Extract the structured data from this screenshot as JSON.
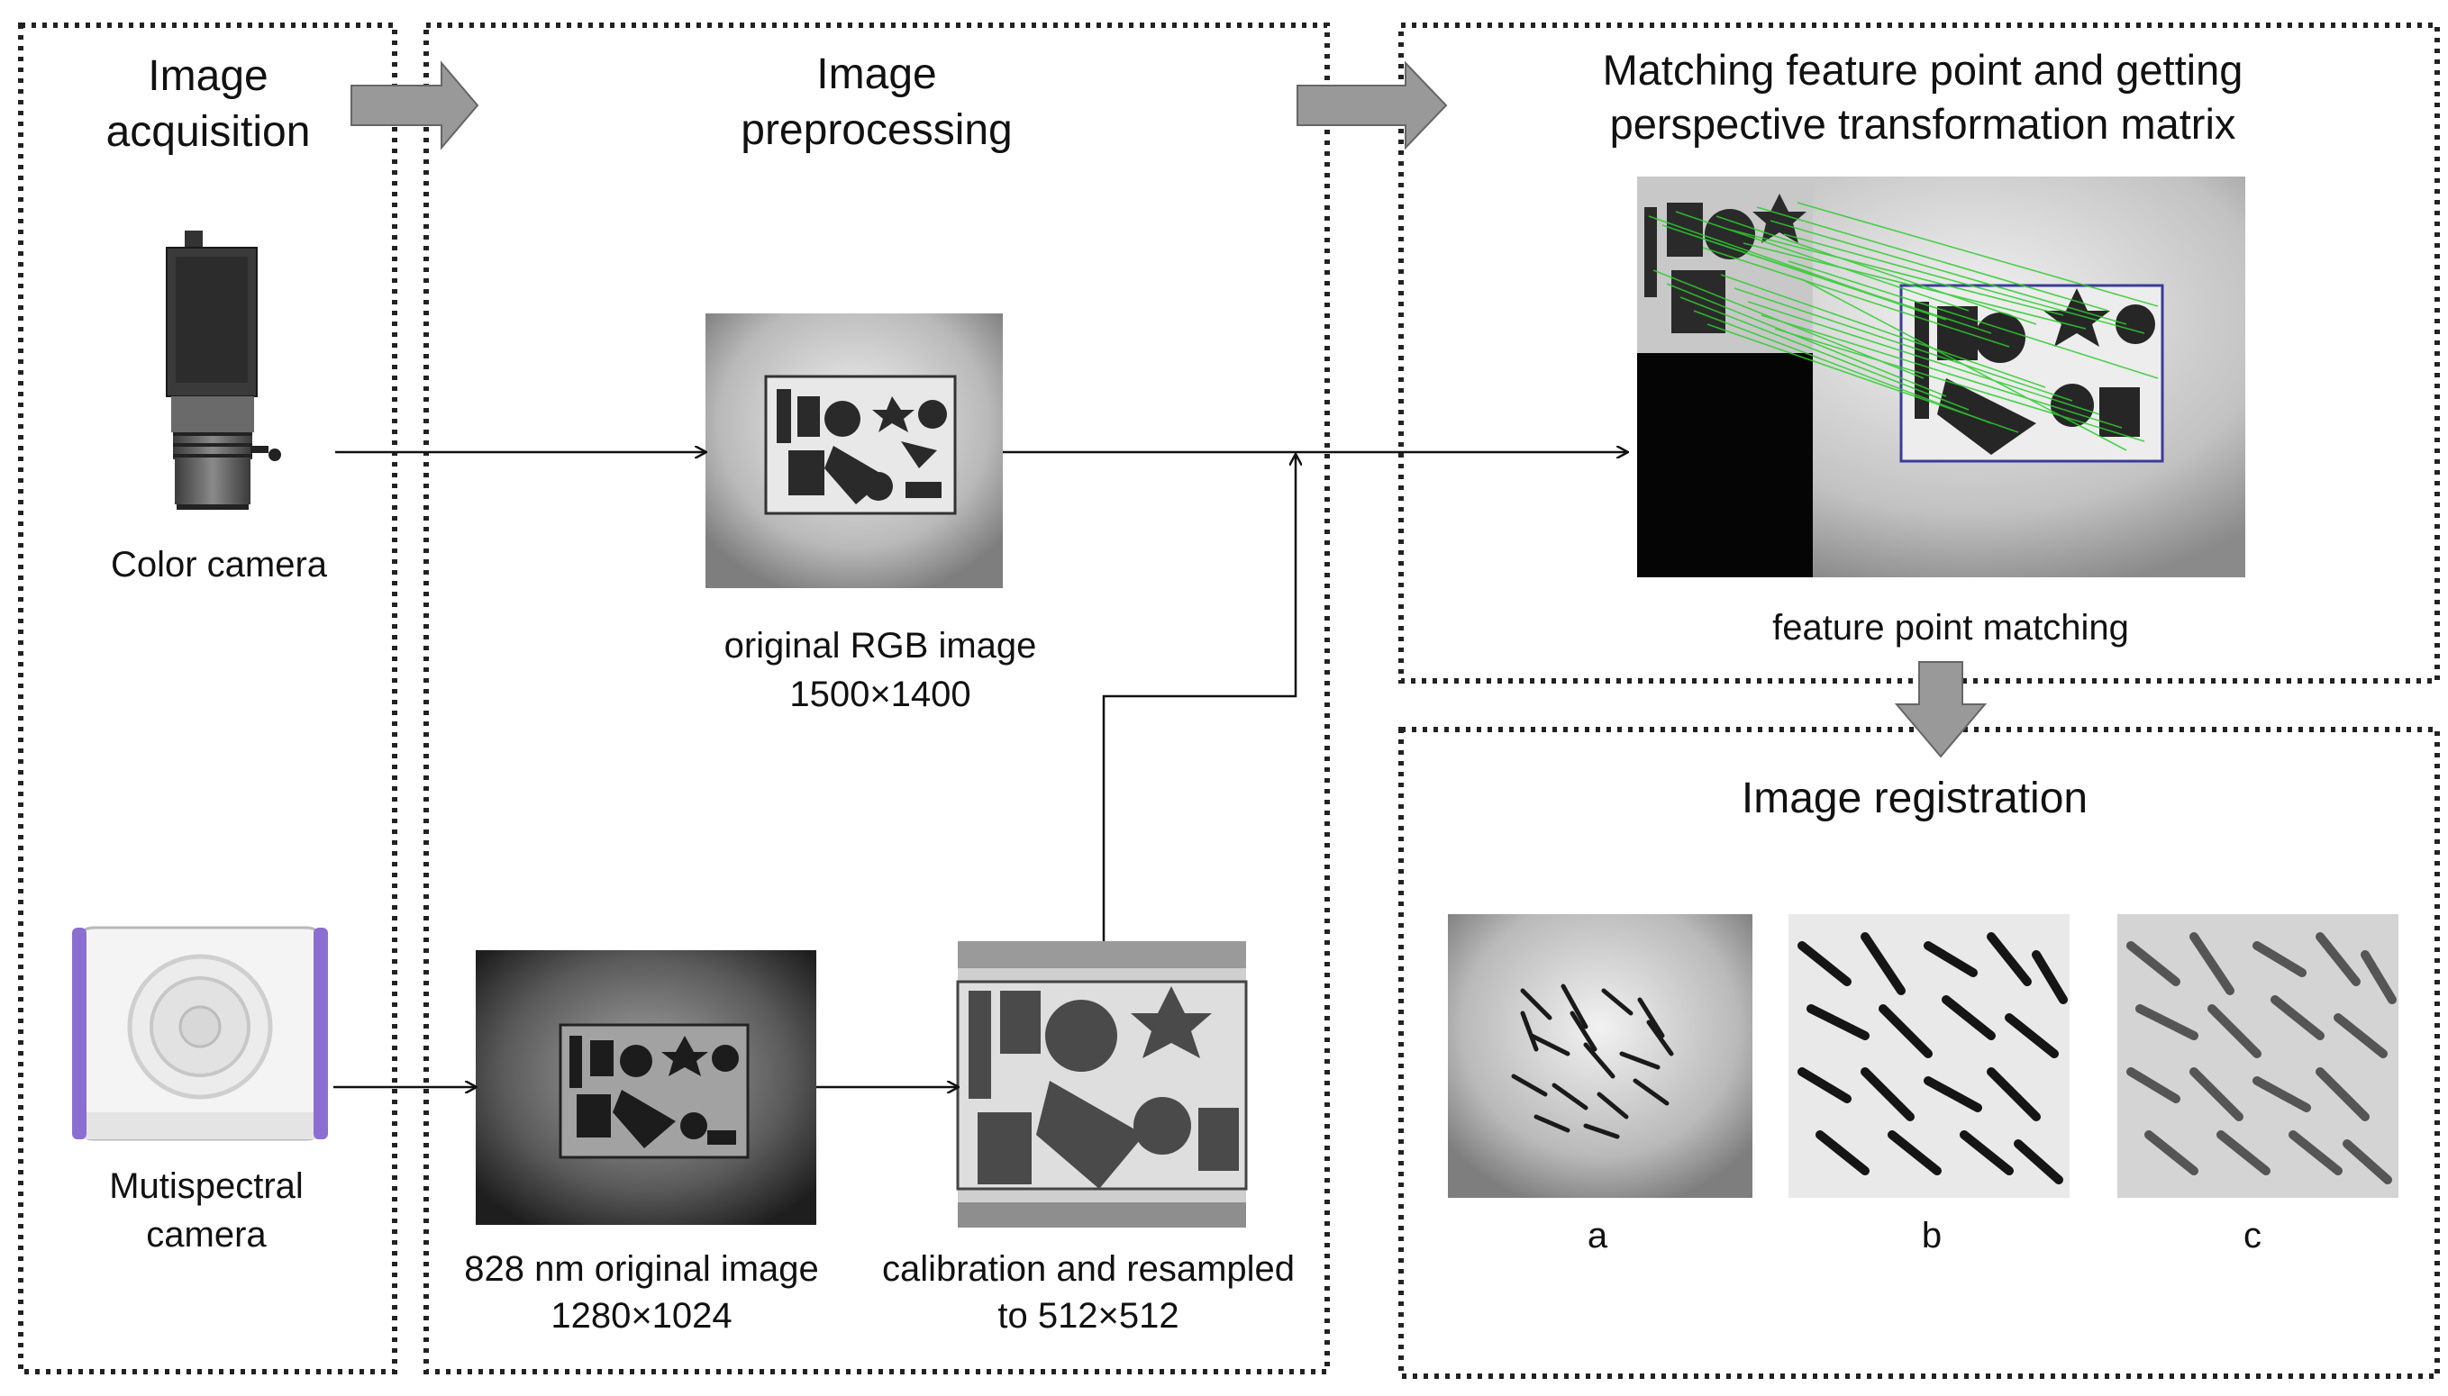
{
  "panels": {
    "acquisition": {
      "title_lines": [
        "Image",
        "acquisition"
      ]
    },
    "preprocessing": {
      "title_lines": [
        "Image",
        "preprocessing"
      ]
    },
    "matching": {
      "title_lines": [
        "Matching feature point and getting",
        "perspective transformation matrix"
      ]
    },
    "registration": {
      "title_lines": [
        "Image registration"
      ]
    }
  },
  "cameras": {
    "color": {
      "label": "Color camera",
      "icon": "color-camera-icon"
    },
    "multispectral": {
      "label_lines": [
        "Mutispectral",
        "camera"
      ],
      "icon": "multispectral-camera-icon",
      "accent": "#8a6fd1"
    }
  },
  "images": {
    "rgb_original": {
      "caption_lines": [
        "original RGB image",
        "1500×1400"
      ]
    },
    "nir_original": {
      "caption_lines": [
        "828 nm original image",
        "1280×1024"
      ]
    },
    "calibrated": {
      "caption_lines": [
        "calibration and resampled",
        "to 512×512"
      ]
    },
    "matching": {
      "caption": "feature point matching",
      "match_line_color": "#2ecc2e"
    },
    "registration": [
      {
        "caption": "a"
      },
      {
        "caption": "b"
      },
      {
        "caption": "c"
      }
    ]
  },
  "colors": {
    "block_arrow": "#999999",
    "border": "#222222"
  }
}
